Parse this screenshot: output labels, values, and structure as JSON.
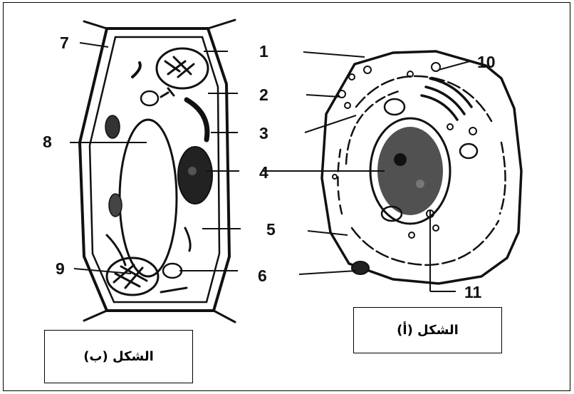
{
  "figure_b": {
    "caption": "الشكل (ب)",
    "labels": {
      "l1": "1",
      "l2": "2",
      "l3": "3",
      "l4": "4",
      "l5": "5",
      "l6": "6",
      "l7": "7",
      "l8": "8",
      "l9": "9"
    }
  },
  "figure_a": {
    "caption": "الشكل (أ)",
    "labels": {
      "l10": "10",
      "l11": "11"
    }
  }
}
